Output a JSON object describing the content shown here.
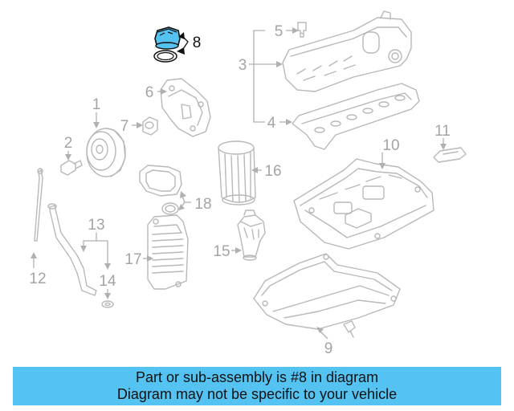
{
  "diagram": {
    "callouts": [
      {
        "id": "c1",
        "label": "1"
      },
      {
        "id": "c2",
        "label": "2"
      },
      {
        "id": "c3",
        "label": "3"
      },
      {
        "id": "c4",
        "label": "4"
      },
      {
        "id": "c5",
        "label": "5"
      },
      {
        "id": "c6",
        "label": "6"
      },
      {
        "id": "c7",
        "label": "7"
      },
      {
        "id": "c8",
        "label": "8"
      },
      {
        "id": "c9",
        "label": "9"
      },
      {
        "id": "c10",
        "label": "10"
      },
      {
        "id": "c11",
        "label": "11"
      },
      {
        "id": "c12",
        "label": "12"
      },
      {
        "id": "c13",
        "label": "13"
      },
      {
        "id": "c14",
        "label": "14"
      },
      {
        "id": "c15",
        "label": "15"
      },
      {
        "id": "c16",
        "label": "16"
      },
      {
        "id": "c17",
        "label": "17"
      },
      {
        "id": "c18",
        "label": "18"
      }
    ],
    "highlighted_part": "8",
    "colors": {
      "part_line": "#b8b8b8",
      "highlight": "#111111",
      "highlight_fill": "#55c3f2"
    }
  },
  "banner": {
    "line1": "Part or sub-assembly is #8 in diagram",
    "line2": "Diagram may not be specific to your vehicle",
    "background": "#55c3f2"
  }
}
